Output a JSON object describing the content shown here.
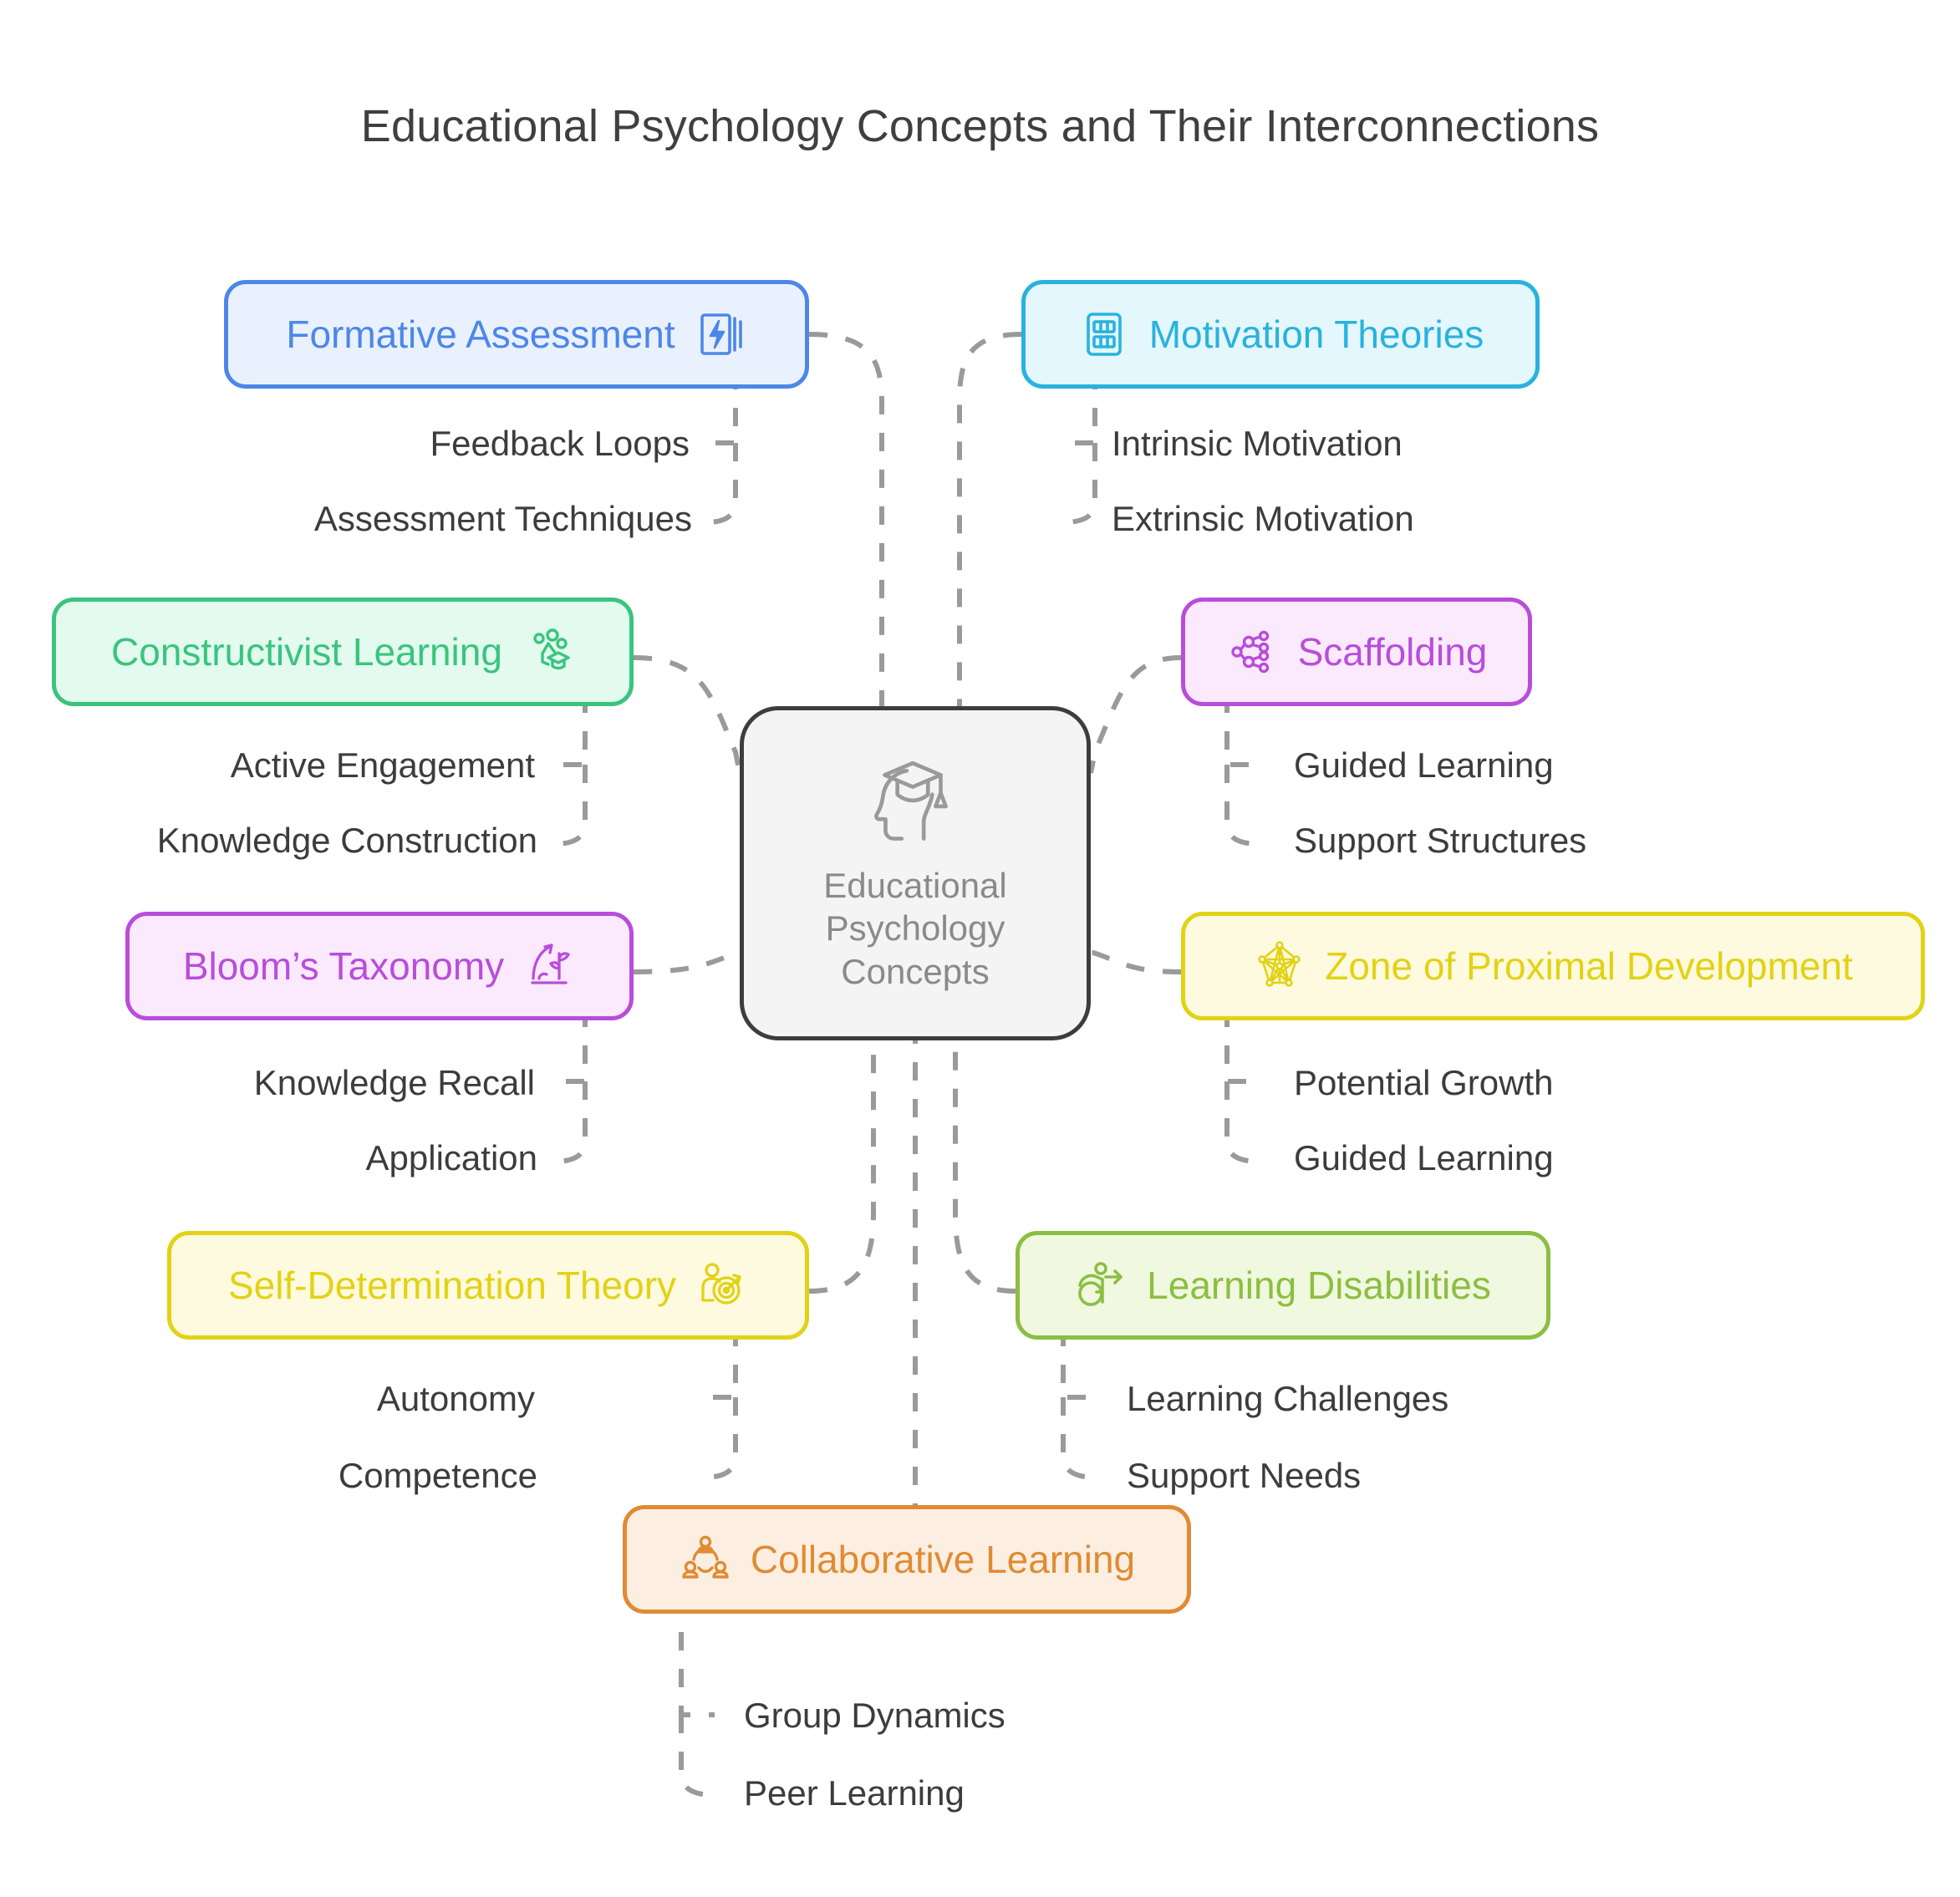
{
  "title": "Educational Psychology Concepts and Their Interconnections",
  "center": {
    "line1": "Educational",
    "line2": "Psychology",
    "line3": "Concepts",
    "icon": "head-graduation-cap-icon",
    "border_color": "#3d3d3d",
    "fill_color": "#f4f4f4",
    "text_color": "#8a8a8a"
  },
  "branches": [
    {
      "id": "formative-assessment",
      "label": "Formative Assessment",
      "icon": "notebook-lightning-icon",
      "color": "#4c87e8",
      "fill": "#eaf1fe",
      "icon_side": "right",
      "children": [
        "Feedback Loops",
        "Assessment Techniques"
      ]
    },
    {
      "id": "motivation-theories",
      "label": "Motivation Theories",
      "icon": "calculator-grid-icon",
      "color": "#29b2dd",
      "fill": "#e4f7fc",
      "icon_side": "left",
      "children": [
        "Intrinsic Motivation",
        "Extrinsic Motivation"
      ]
    },
    {
      "id": "constructivist-learning",
      "label": "Constructivist Learning",
      "icon": "network-graduation-icon",
      "color": "#3ac47e",
      "fill": "#e2fbee",
      "icon_side": "right",
      "children": [
        "Active Engagement",
        "Knowledge Construction"
      ]
    },
    {
      "id": "scaffolding",
      "label": "Scaffolding",
      "icon": "node-tree-icon",
      "color": "#b martin",
      "fill": "#fbeafd",
      "icon_side": "left",
      "children": [
        "Guided Learning",
        "Support Structures"
      ]
    },
    {
      "id": "blooms-taxonomy",
      "label": "Bloom’s Taxonomy",
      "icon": "growth-plant-arrow-icon",
      "color": "#b94ddb",
      "fill": "#fbeafd",
      "icon_side": "right",
      "children": [
        "Knowledge Recall",
        "Application"
      ]
    },
    {
      "id": "zone-of-proximal-development",
      "label": "Zone of Proximal Development",
      "icon": "dense-network-icon",
      "color": "#e2d216",
      "fill": "#fdfadf",
      "icon_side": "left",
      "children": [
        "Potential Growth",
        "Guided Learning"
      ]
    },
    {
      "id": "self-determination-theory",
      "label": "Self-Determination Theory",
      "icon": "person-target-icon",
      "color": "#e2d216",
      "fill": "#fdfadf",
      "icon_side": "right",
      "children": [
        "Autonomy",
        "Competence"
      ]
    },
    {
      "id": "learning-disabilities",
      "label": "Learning Disabilities",
      "icon": "accessibility-wheelchair-icon",
      "color": "#8cbe42",
      "fill": "#f0f8df",
      "icon_side": "left",
      "children": [
        "Learning Challenges",
        "Support Needs"
      ]
    },
    {
      "id": "collaborative-learning",
      "label": "Collaborative Learning",
      "icon": "group-people-icon",
      "color": "#e08b33",
      "fill": "#fcefe2",
      "icon_side": "left",
      "children": [
        "Group Dynamics",
        "Peer Learning"
      ]
    }
  ],
  "connector": {
    "style": "dashed",
    "color": "#9a9a9a"
  },
  "labels": {
    "scaffolding_color": "#b94ddb"
  }
}
